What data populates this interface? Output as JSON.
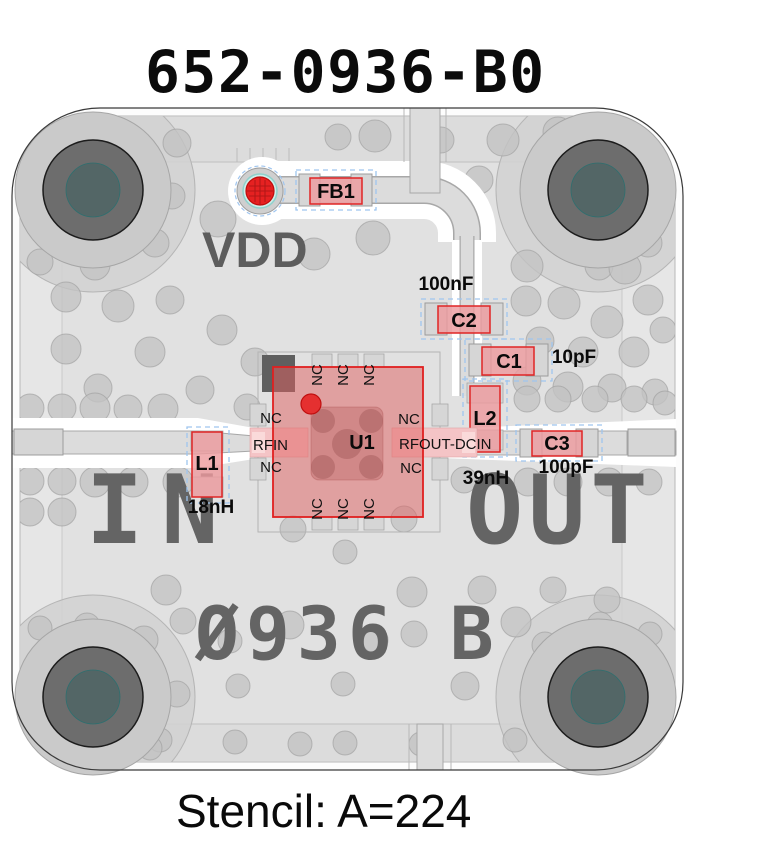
{
  "title": "652-0936-B0",
  "footer": "Stencil: A=224",
  "board": {
    "silkscreen": {
      "vdd": "VDD",
      "in": "IN",
      "out": "OUT",
      "board_id": "Ø936 B"
    },
    "components": {
      "fb1": {
        "ref": "FB1"
      },
      "c2": {
        "ref": "C2",
        "value": "100nF"
      },
      "c1": {
        "ref": "C1",
        "value": "10pF"
      },
      "l2": {
        "ref": "L2",
        "value": "39nH"
      },
      "c3": {
        "ref": "C3",
        "value": "100pF"
      },
      "l1": {
        "ref": "L1",
        "value": "18nH"
      },
      "u1": {
        "ref": "U1",
        "pins": {
          "rfin": "RFIN",
          "rfout": "RFOUT-DCIN",
          "nc": "NC"
        }
      }
    },
    "colors": {
      "component_outline": "#e02525",
      "component_body": "#ee9a9e",
      "chip_fill": "#e06060",
      "testpoint_red": "#e62121",
      "silkscreen_gray": "#646464"
    }
  }
}
